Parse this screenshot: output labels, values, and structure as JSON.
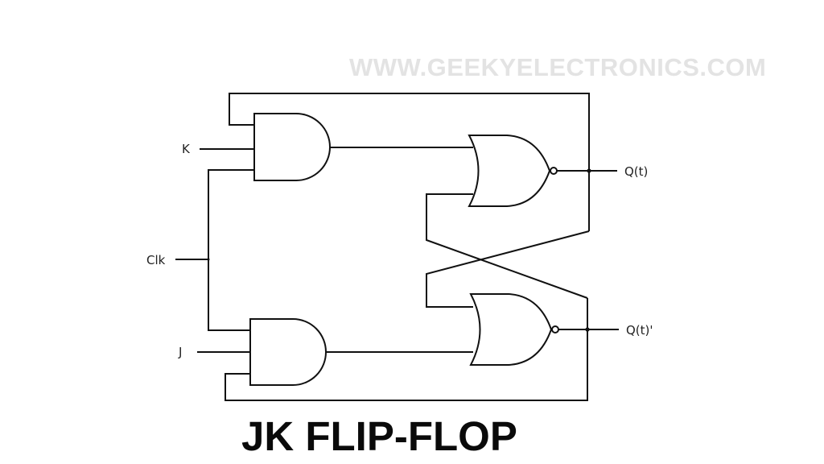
{
  "watermark": "WWW.GEEKYELECTRONICS.COM",
  "title": "JK FLIP-FLOP",
  "inputs": {
    "k": "K",
    "clk": "Clk",
    "j": "J"
  },
  "outputs": {
    "q": "Q(t)",
    "q_bar": "Q(t)'"
  },
  "gates": [
    {
      "id": "and-upper",
      "type": "AND",
      "inputs": [
        "Q(t) feedback",
        "K",
        "Clk"
      ]
    },
    {
      "id": "and-lower",
      "type": "AND",
      "inputs": [
        "Clk",
        "J",
        "Q(t)' feedback"
      ]
    },
    {
      "id": "nor-upper",
      "type": "NOR",
      "inputs": [
        "AND upper",
        "Q(t)'"
      ],
      "output": "Q(t)"
    },
    {
      "id": "nor-lower",
      "type": "NOR",
      "inputs": [
        "Q(t)",
        "AND lower"
      ],
      "output": "Q(t)'"
    }
  ]
}
